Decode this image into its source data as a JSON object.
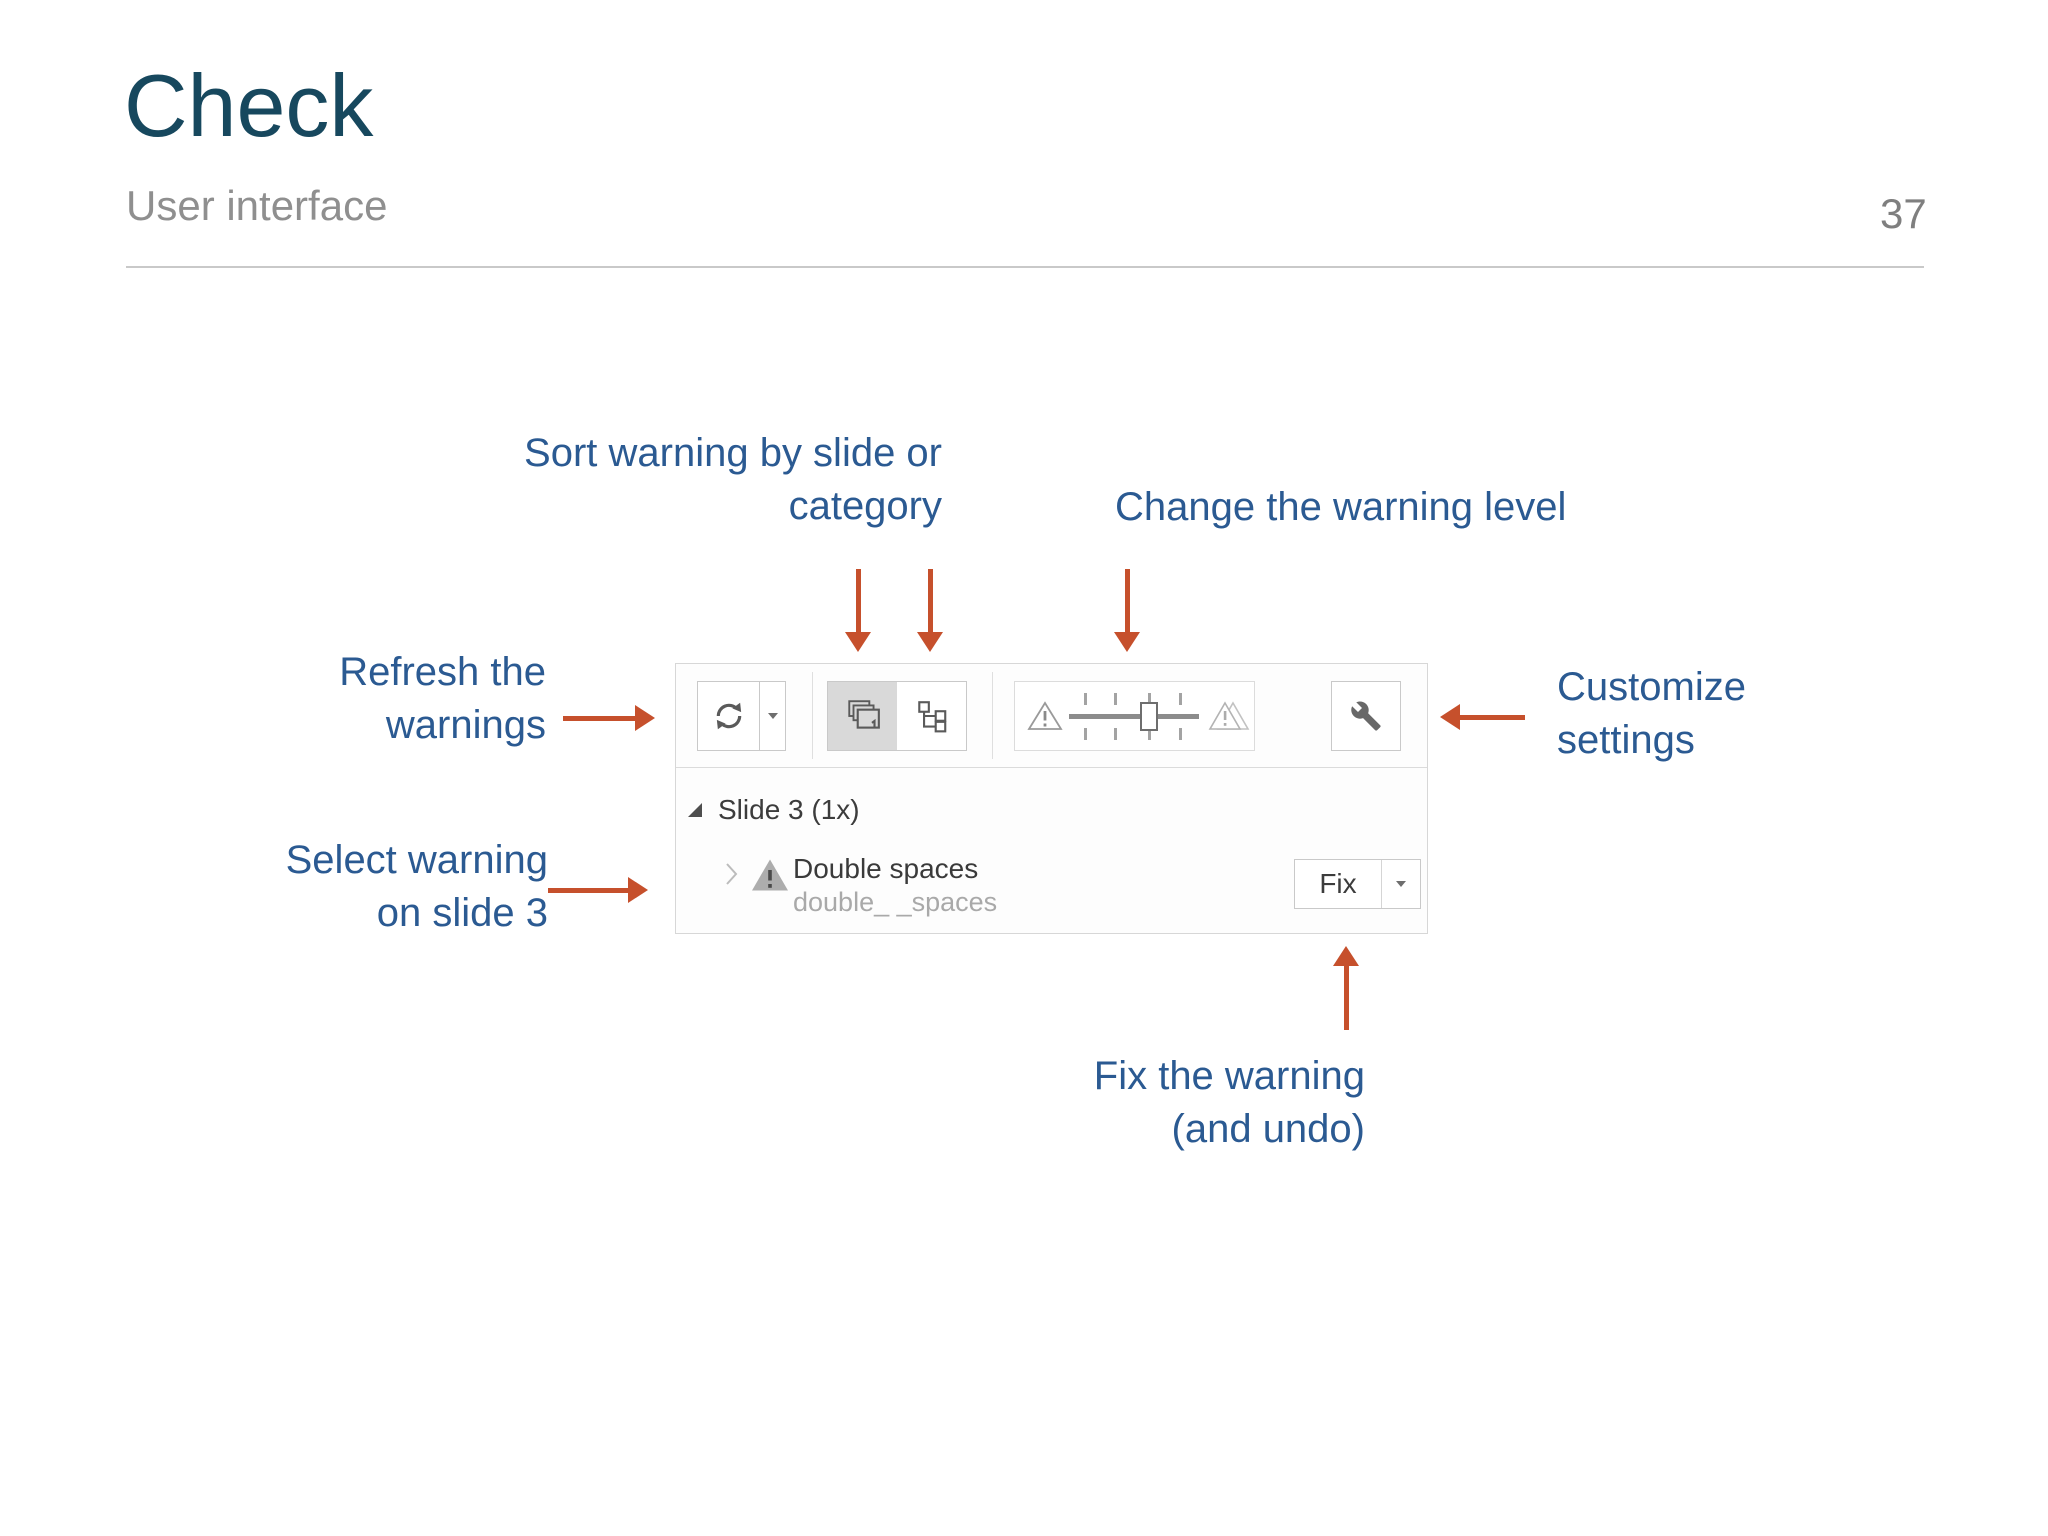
{
  "header": {
    "title": "Check",
    "subtitle": "User interface",
    "page_number": "37"
  },
  "annotations": {
    "sort": {
      "lines": [
        "Sort warning by slide or",
        "category"
      ]
    },
    "change": {
      "lines": [
        "Change the warning level"
      ]
    },
    "refresh": {
      "lines": [
        "Refresh the",
        "warnings"
      ]
    },
    "select": {
      "lines": [
        "Select warning",
        "on slide 3"
      ]
    },
    "customize": {
      "lines": [
        "Customize",
        "settings"
      ]
    },
    "fix": {
      "lines": [
        "Fix the warning",
        "(and undo)"
      ]
    }
  },
  "panel": {
    "toolbar": {
      "icons": {
        "refresh": "refresh-circular-arrows-icon",
        "refresh_dropdown": "chevron-down-icon",
        "sort_by_slide": "stacked-slides-icon",
        "sort_by_category": "category-tree-icon",
        "level_min": "warning-triangle-single-icon",
        "level_max": "warning-triangle-double-icon",
        "settings": "wrench-icon"
      },
      "active_sort": "by_slide",
      "slider": {
        "positions": 4,
        "value": 3
      }
    },
    "group_header": "Slide 3 (1x)",
    "warning": {
      "title": "Double spaces",
      "detail": "double_ _spaces"
    },
    "fix_button": {
      "label": "Fix",
      "dropdown_icon": "chevron-down-icon"
    }
  },
  "colors": {
    "title": "#17485E",
    "subtitle": "#8F8F8F",
    "annotation": "#2B5A92",
    "arrow": "#C6502C",
    "selected_toggle_bg": "#D9D9D9"
  }
}
